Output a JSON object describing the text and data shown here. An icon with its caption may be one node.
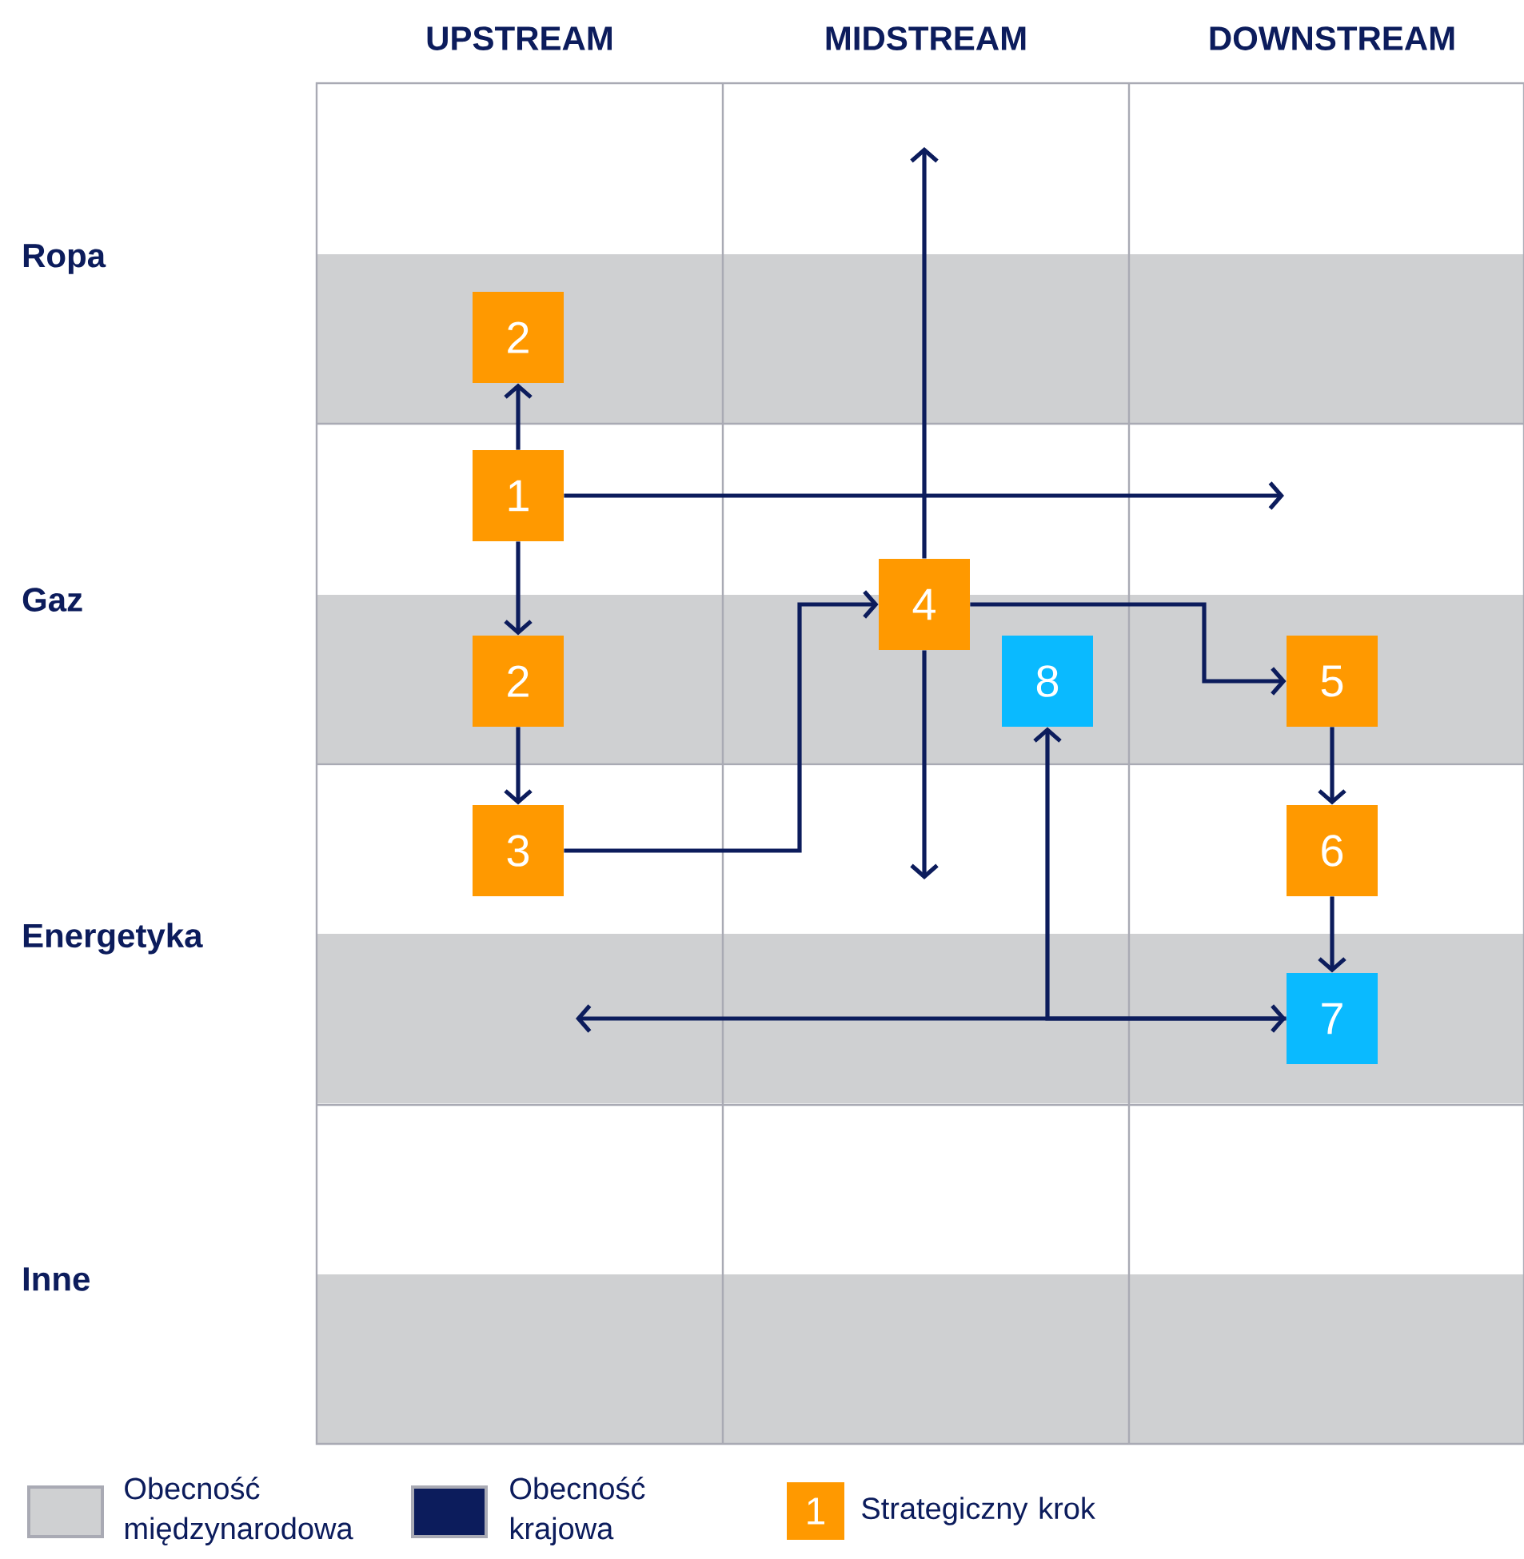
{
  "diagram": {
    "nodes": [
      {
        "text": [
          "2"
        ]
      },
      {
        "text": [
          "1"
        ]
      },
      {
        "text": [
          "2"
        ]
      },
      {
        "text": [
          "3"
        ]
      },
      {
        "text": [
          "4"
        ]
      },
      {
        "text": [
          "8"
        ]
      },
      {
        "text": [
          "5"
        ]
      },
      {
        "text": [
          "6"
        ]
      },
      {
        "text": [
          "7"
        ]
      }
    ],
    "edges": [
      {
        "from": 1,
        "to": 0,
        "arrow": "to"
      },
      {
        "from": 1,
        "to": 2,
        "arrow": "to"
      },
      {
        "from": 2,
        "to": 3,
        "arrow": "to"
      },
      {
        "from": 1,
        "to": null,
        "arrow": "to"
      },
      {
        "from": 3,
        "to": 4,
        "arrow": "to"
      },
      {
        "from": 4,
        "to": null,
        "arrow": "to"
      },
      {
        "from": 4,
        "to": null,
        "arrow": "to"
      },
      {
        "from": 4,
        "to": 6,
        "arrow": "to"
      },
      {
        "from": 6,
        "to": 7,
        "arrow": "to"
      },
      {
        "from": 7,
        "to": 8,
        "arrow": "to"
      },
      {
        "from": null,
        "to": 8,
        "arrow": "both"
      },
      {
        "from": 8,
        "to": 5,
        "arrow": "to"
      }
    ],
    "labels": [
      "UPSTREAM",
      "MIDSTREAM",
      "DOWNSTREAM",
      "Ropa",
      "Gaz",
      "Energetyka",
      "Inne",
      "1"
    ],
    "legend": [
      {
        "text": "Obecność międzynarodowa",
        "color": "#cfd0d2"
      },
      {
        "text": "Obecność krajowa",
        "color": "#0c1c5c"
      },
      {
        "text": "Strategiczny krok",
        "color": "#ff9900"
      }
    ]
  }
}
